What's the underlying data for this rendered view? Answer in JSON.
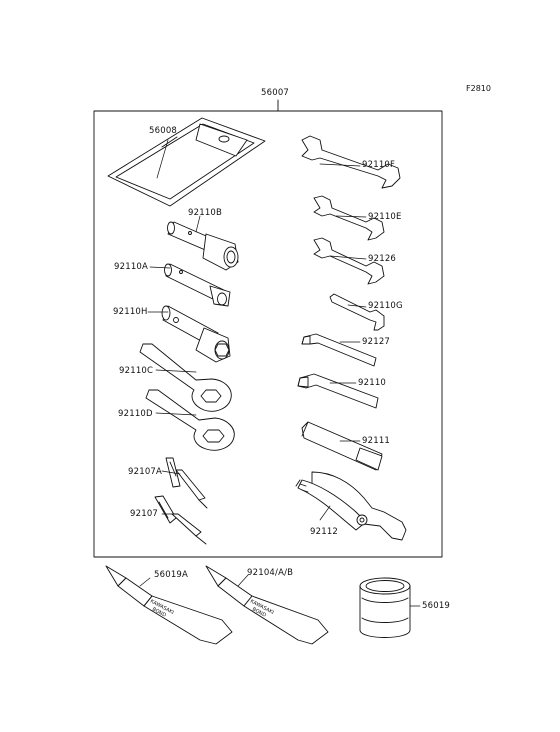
{
  "figure_code": "F2810",
  "assembly_label": "56007",
  "parts": [
    {
      "id": "p56008",
      "label": "56008"
    },
    {
      "id": "p92110F",
      "label": "92110F"
    },
    {
      "id": "p92110B",
      "label": "92110B"
    },
    {
      "id": "p92110E",
      "label": "92110E"
    },
    {
      "id": "p92110A",
      "label": "92110A"
    },
    {
      "id": "p92126",
      "label": "92126"
    },
    {
      "id": "p92110H",
      "label": "92110H"
    },
    {
      "id": "p92110G",
      "label": "92110G"
    },
    {
      "id": "p92127",
      "label": "92127"
    },
    {
      "id": "p92110C",
      "label": "92110C"
    },
    {
      "id": "p92110",
      "label": "92110"
    },
    {
      "id": "p92110D",
      "label": "92110D"
    },
    {
      "id": "p92111",
      "label": "92111"
    },
    {
      "id": "p92107A",
      "label": "92107A"
    },
    {
      "id": "p92107",
      "label": "92107"
    },
    {
      "id": "p92112",
      "label": "92112"
    },
    {
      "id": "p56019A",
      "label": "56019A"
    },
    {
      "id": "p92104",
      "label": "92104/A/B"
    },
    {
      "id": "p56019",
      "label": "56019"
    }
  ],
  "tube_text_1": "KAWASAKI",
  "tube_text_2": "BOND"
}
